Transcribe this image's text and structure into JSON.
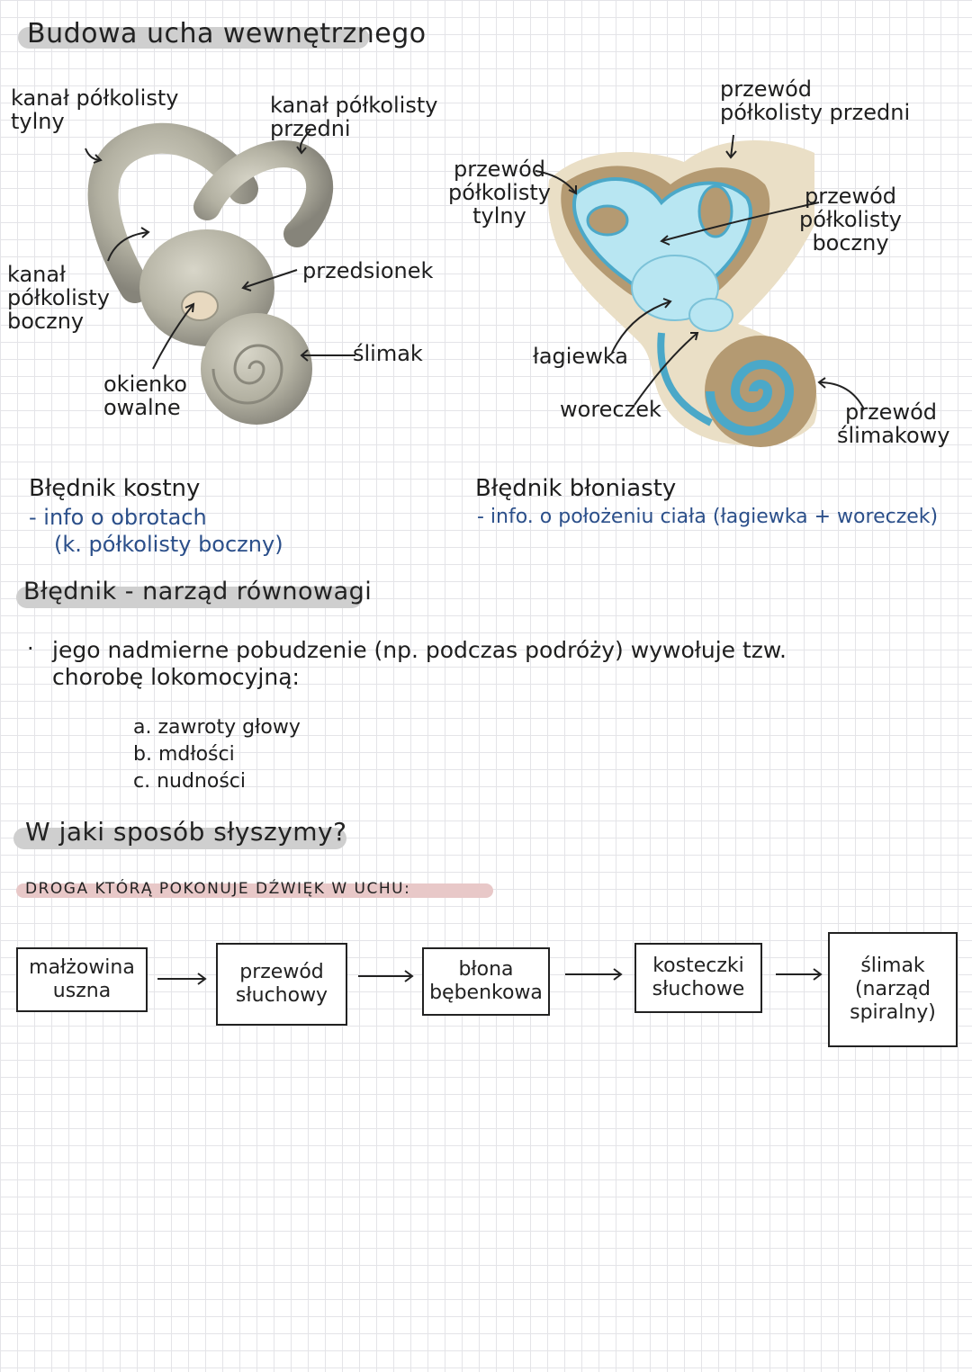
{
  "title": "Budowa ucha wewnętrznego",
  "bony": {
    "labels": {
      "posterior_canal": "kanał półkolisty tylny",
      "anterior_canal": "kanał półkolisty przedni",
      "lateral_canal": "kanał półkolisty boczny",
      "vestibule": "przedsionek",
      "cochlea": "ślimak",
      "oval_window": "okienko owalne"
    },
    "heading": "Błędnik kostny",
    "note1": "- info o obrotach",
    "note2": "(k. półkolisty boczny)"
  },
  "membranous": {
    "labels": {
      "anterior_duct": "przewód półkolisty przedni",
      "posterior_duct": "przewód półkolisty tylny",
      "lateral_duct": "przewód półkolisty boczny",
      "utricle": "łagiewka",
      "saccule": "woreczek",
      "cochlear_duct": "przewód ślimakowy"
    },
    "heading": "Błędnik błoniasty",
    "note": "- info. o położeniu ciała (łagiewka + woreczek)"
  },
  "balance": {
    "heading": "Błędnik - narząd równowagi",
    "bullet": "jego nadmierne pobudzenie (np. podczas podróży) wywołuje tzw. chorobę lokomocyjną:",
    "items": [
      "a. zawroty głowy",
      "b. mdłości",
      "c. nudności"
    ]
  },
  "hearing": {
    "heading": "W jaki sposób słyszymy?",
    "subheading": "DROGA KTÓRĄ POKONUJE DŹWIĘK W UCHU:",
    "steps": [
      "małżowina uszna",
      "przewód słuchowy",
      "błona bębenkowa",
      "kosteczki słuchowe",
      "ślimak (narząd spiralny)"
    ]
  },
  "colors": {
    "highlight": "#c9c9c9",
    "highlight_pink": "#e8c8c8",
    "bone": "#b5b3a4",
    "membrane_blue": "#b8e6f2",
    "membrane_brown": "#b49a72",
    "ink_blue": "#2b4f8a"
  }
}
